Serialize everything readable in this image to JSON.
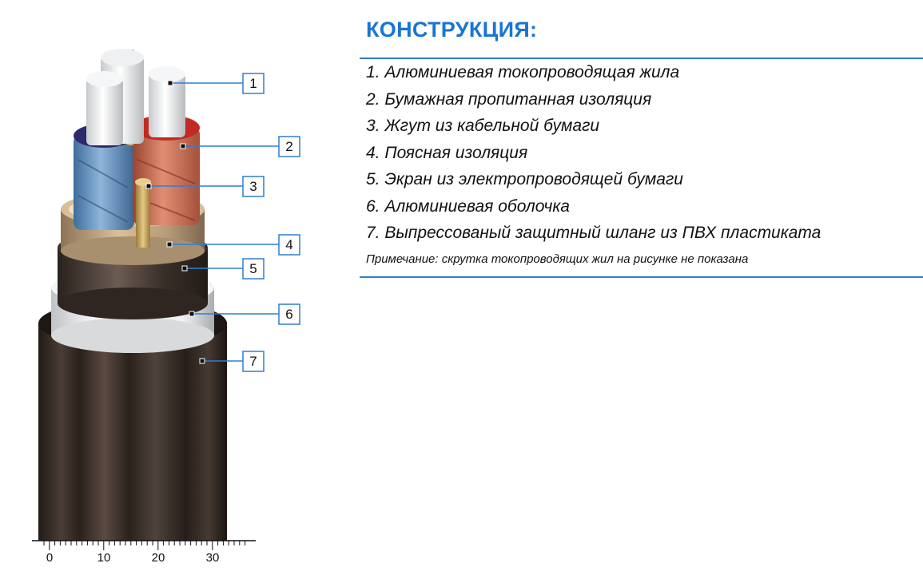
{
  "title": "КОНСТРУКЦИЯ:",
  "items": [
    "1. Алюминиевая токопроводящая жила",
    "2. Бумажная пропитанная изоляция",
    "3. Жгут из кабельной бумаги",
    "4. Поясная изоляция",
    "5. Экран из электропроводящей бумаги",
    "6. Алюминиевая оболочка",
    "7. Выпрессованый защитный шланг из ПВХ пластиката"
  ],
  "note": "Примечание: скрутка токопроводящих жил на рисунке не показана",
  "callouts": [
    "1",
    "2",
    "3",
    "4",
    "5",
    "6",
    "7"
  ],
  "scale": {
    "labels": [
      "0",
      "10",
      "20",
      "30"
    ]
  },
  "colors": {
    "title": "#1a75d2",
    "rule": "#2f7fd1",
    "callout_border": "#2f7fd1",
    "core_blue": "#5f8fbd",
    "core_red": "#c0624a",
    "sheath": "#2b221e"
  }
}
